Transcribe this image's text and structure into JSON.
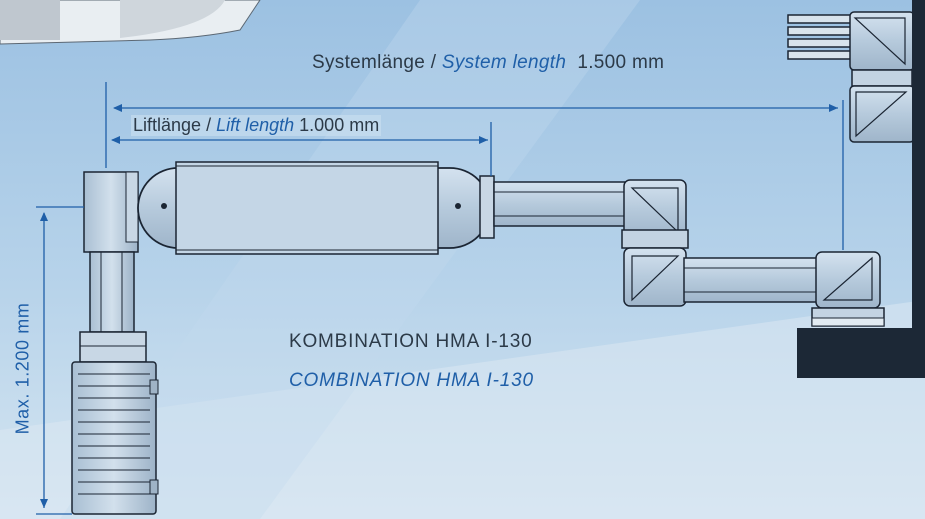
{
  "dimensions": {
    "system_length": {
      "label_de": "Systemlänge",
      "separator": " / ",
      "label_en": "System length",
      "value": "1.500 mm"
    },
    "lift_length": {
      "label_de": "Liftlänge",
      "separator": " / ",
      "label_en": "Lift length",
      "value": "1.000 mm"
    },
    "max_height": {
      "label": "Max. 1.200 mm"
    }
  },
  "combination": {
    "title_de": "KOMBINATION HMA I-130",
    "title_en": "COMBINATION HMA I-130"
  },
  "colors": {
    "background_top": "#9fc3e3",
    "background_bottom": "#d6e6f2",
    "dimension_line": "#1f5fa8",
    "text_dark": "#2c3a48",
    "text_accent": "#1f5fa8",
    "arm_fill": "#b9cde0",
    "arm_stroke": "#1b2533",
    "wall_block": "#1c2836"
  }
}
